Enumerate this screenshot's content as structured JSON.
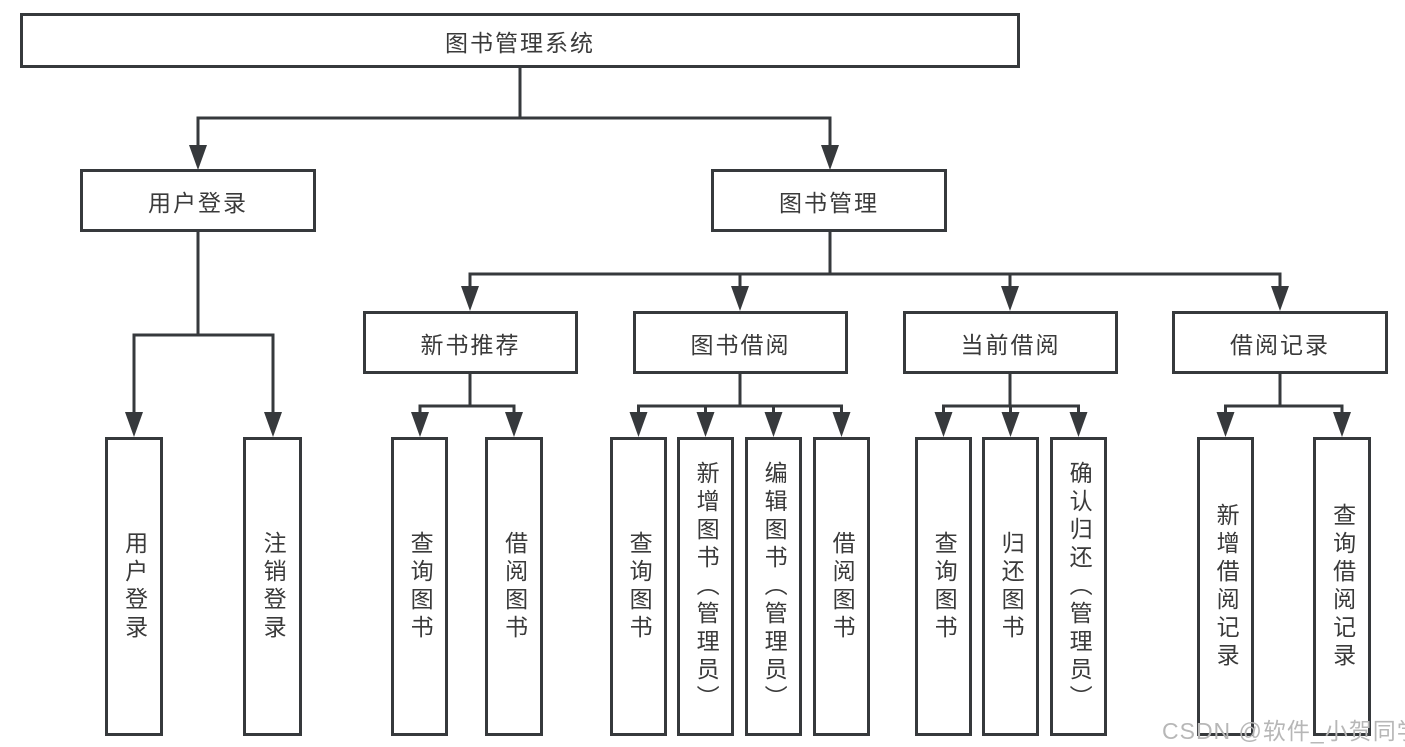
{
  "tree": {
    "root": {
      "label": "图书管理系统",
      "children": [
        {
          "label": "用户登录",
          "children": [
            {
              "label": "用户登录"
            },
            {
              "label": "注销登录"
            }
          ]
        },
        {
          "label": "图书管理",
          "children": [
            {
              "label": "新书推荐",
              "children": [
                {
                  "label": "查询图书"
                },
                {
                  "label": "借阅图书"
                }
              ]
            },
            {
              "label": "图书借阅",
              "children": [
                {
                  "label": "查询图书"
                },
                {
                  "label": "新增图书（管理员）"
                },
                {
                  "label": "编辑图书（管理员）"
                },
                {
                  "label": "借阅图书"
                }
              ]
            },
            {
              "label": "当前借阅",
              "children": [
                {
                  "label": "查询图书"
                },
                {
                  "label": "归还图书"
                },
                {
                  "label": "确认归还（管理员）"
                }
              ]
            },
            {
              "label": "借阅记录",
              "children": [
                {
                  "label": "新增借阅记录"
                },
                {
                  "label": "查询借阅记录"
                }
              ]
            }
          ]
        }
      ]
    }
  },
  "watermark": {
    "text": "CSDN @软件_小贺同学",
    "color": "#b7b7b7"
  },
  "colors": {
    "line": "#36393c",
    "box_border": "#36393c",
    "text": "#3a3a3a",
    "background": "#ffffff"
  }
}
